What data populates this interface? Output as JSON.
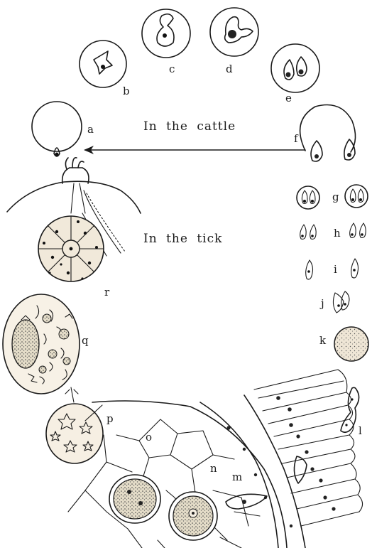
{
  "figure": {
    "caption_cattle": "In the cattle",
    "caption_tick": "In the tick",
    "labels": {
      "a": "a",
      "b": "b",
      "c": "c",
      "d": "d",
      "e": "e",
      "f": "f",
      "g": "g",
      "h": "h",
      "i": "i",
      "j": "j",
      "k": "k",
      "l": "l",
      "m": "m",
      "n": "n",
      "o": "o",
      "p": "p",
      "q": "q",
      "r": "r"
    }
  }
}
